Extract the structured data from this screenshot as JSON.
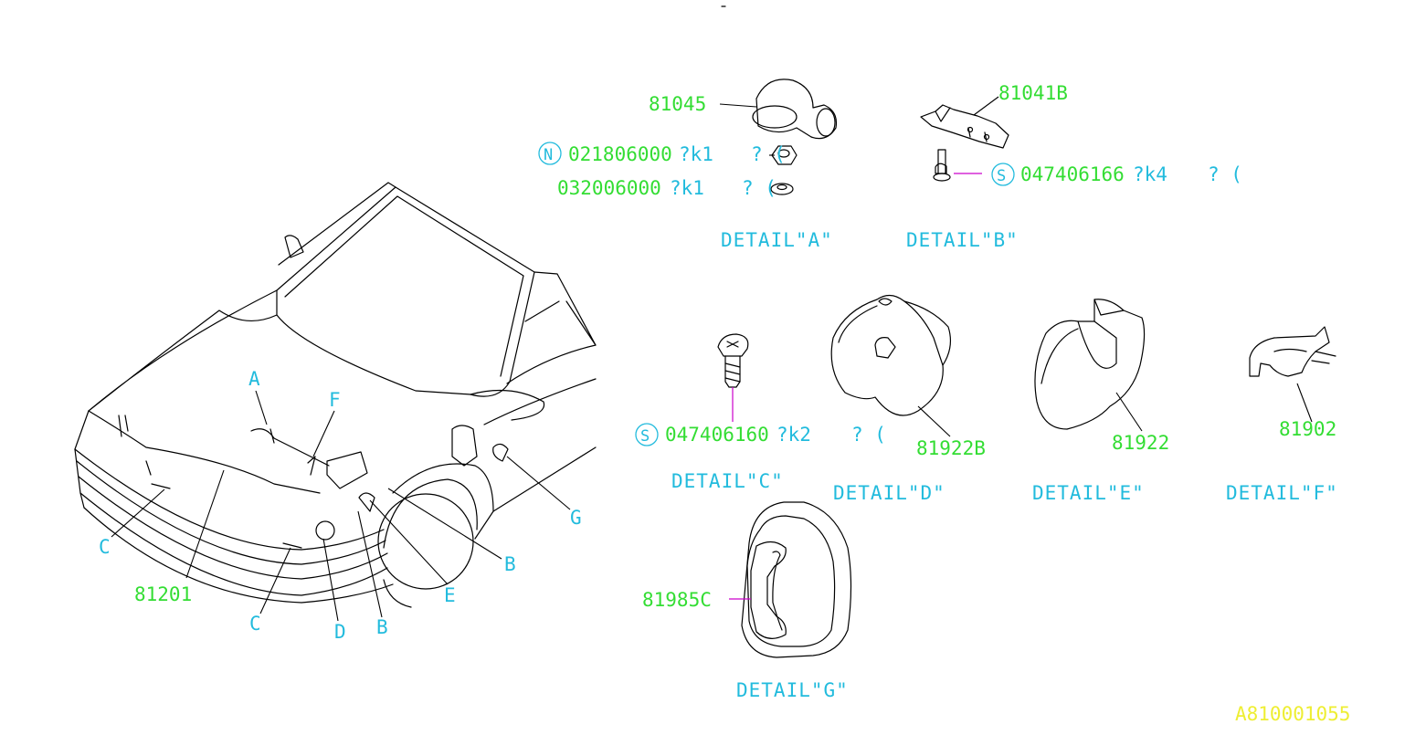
{
  "diagram_id": "A810001055",
  "colors": {
    "part_number": "#33dd33",
    "callout": "#22bbdd",
    "reference": "#eeee33",
    "line_art": "#000000",
    "leader_highlight": "#cc00cc"
  },
  "vehicle_callouts": {
    "a": "A",
    "f": "F",
    "c1": "C",
    "c2": "C",
    "d": "D",
    "b1": "B",
    "b2": "B",
    "e": "E",
    "g": "G",
    "part_81201": "81201"
  },
  "detail_a": {
    "title": "DETAIL\"A\"",
    "part_81045": "81045",
    "nut_badge": "N",
    "nut_part": "021806000",
    "nut_code": "?k1",
    "nut_qty": "? (",
    "washer_part": "032006000",
    "washer_code": "?k1",
    "washer_qty": "? ("
  },
  "detail_b": {
    "title": "DETAIL\"B\"",
    "part_81041b": "81041B",
    "bolt_badge": "S",
    "bolt_part": "047406166",
    "bolt_code": "?k4",
    "bolt_qty": "? ("
  },
  "detail_c": {
    "title": "DETAIL\"C\"",
    "bolt_badge": "S",
    "bolt_part": "047406160",
    "bolt_code": "?k2",
    "bolt_qty": "? ("
  },
  "detail_d": {
    "title": "DETAIL\"D\"",
    "part": "81922B"
  },
  "detail_e": {
    "title": "DETAIL\"E\"",
    "part": "81922"
  },
  "detail_f": {
    "title": "DETAIL\"F\"",
    "part": "81902"
  },
  "detail_g": {
    "title": "DETAIL\"G\"",
    "part": "81985C"
  }
}
